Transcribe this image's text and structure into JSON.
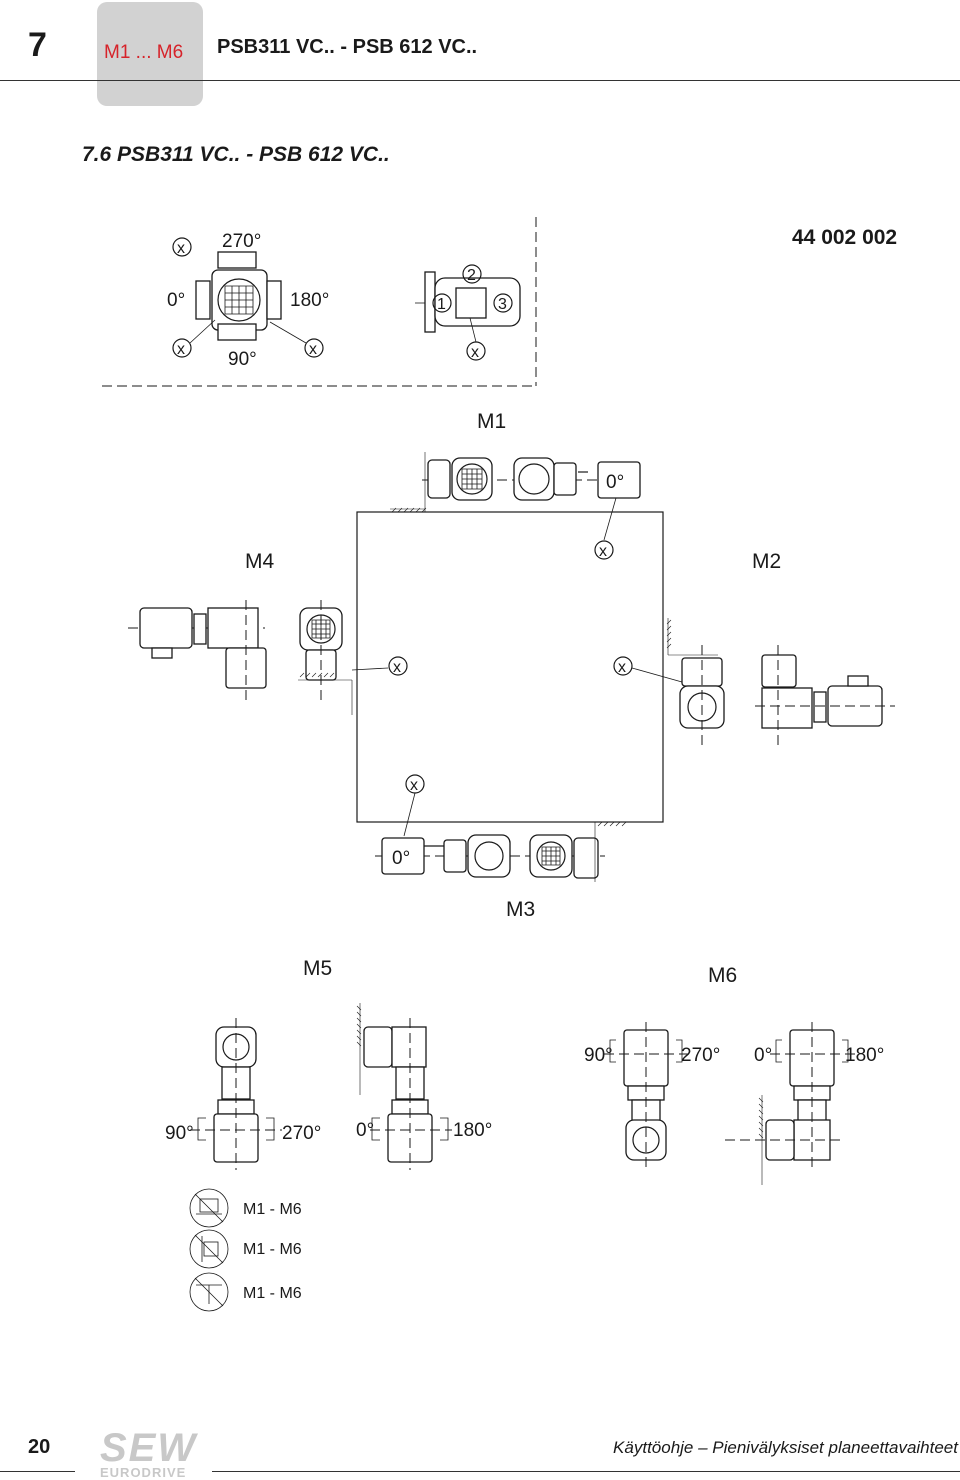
{
  "header": {
    "chapter_number": "7",
    "chapter_tab": "M1 ... M6",
    "title": "PSB311 VC.. - PSB 612 VC.."
  },
  "section": {
    "heading": "7.6   PSB311 VC.. - PSB 612 VC..",
    "part_number": "44 002 002"
  },
  "key_diagram": {
    "terminal_positions": {
      "x": "x",
      "p270": "270°",
      "p0": "0°",
      "p180": "180°",
      "p90": "90°"
    },
    "cable_entries": {
      "e1": "1",
      "e2": "2",
      "e3": "3",
      "x": "x"
    }
  },
  "mounting_positions": {
    "m1": "M1",
    "m2": "M2",
    "m3": "M3",
    "m4": "M4",
    "m5": "M5",
    "m6": "M6",
    "zero_deg": "0°",
    "x": "x"
  },
  "m5_angles": {
    "a90": "90°",
    "a270": "270°",
    "a0": "0°",
    "a180": "180°"
  },
  "m6_angles": {
    "a90": "90°",
    "a270": "270°",
    "a0": "0°",
    "a180": "180°"
  },
  "legend": [
    {
      "icon": "foot-mounting-crossed-icon",
      "label": "M1 - M6"
    },
    {
      "icon": "flange-mounting-crossed-icon",
      "label": "M1 - M6"
    },
    {
      "icon": "shaft-mounting-crossed-icon",
      "label": "M1 - M6"
    }
  ],
  "footer": {
    "page_number": "20",
    "logo_text": "SEW",
    "logo_subtext": "EURODRIVE",
    "document_title": "Käyttöohje – Pienivälyksiset planeettavaihteet"
  }
}
